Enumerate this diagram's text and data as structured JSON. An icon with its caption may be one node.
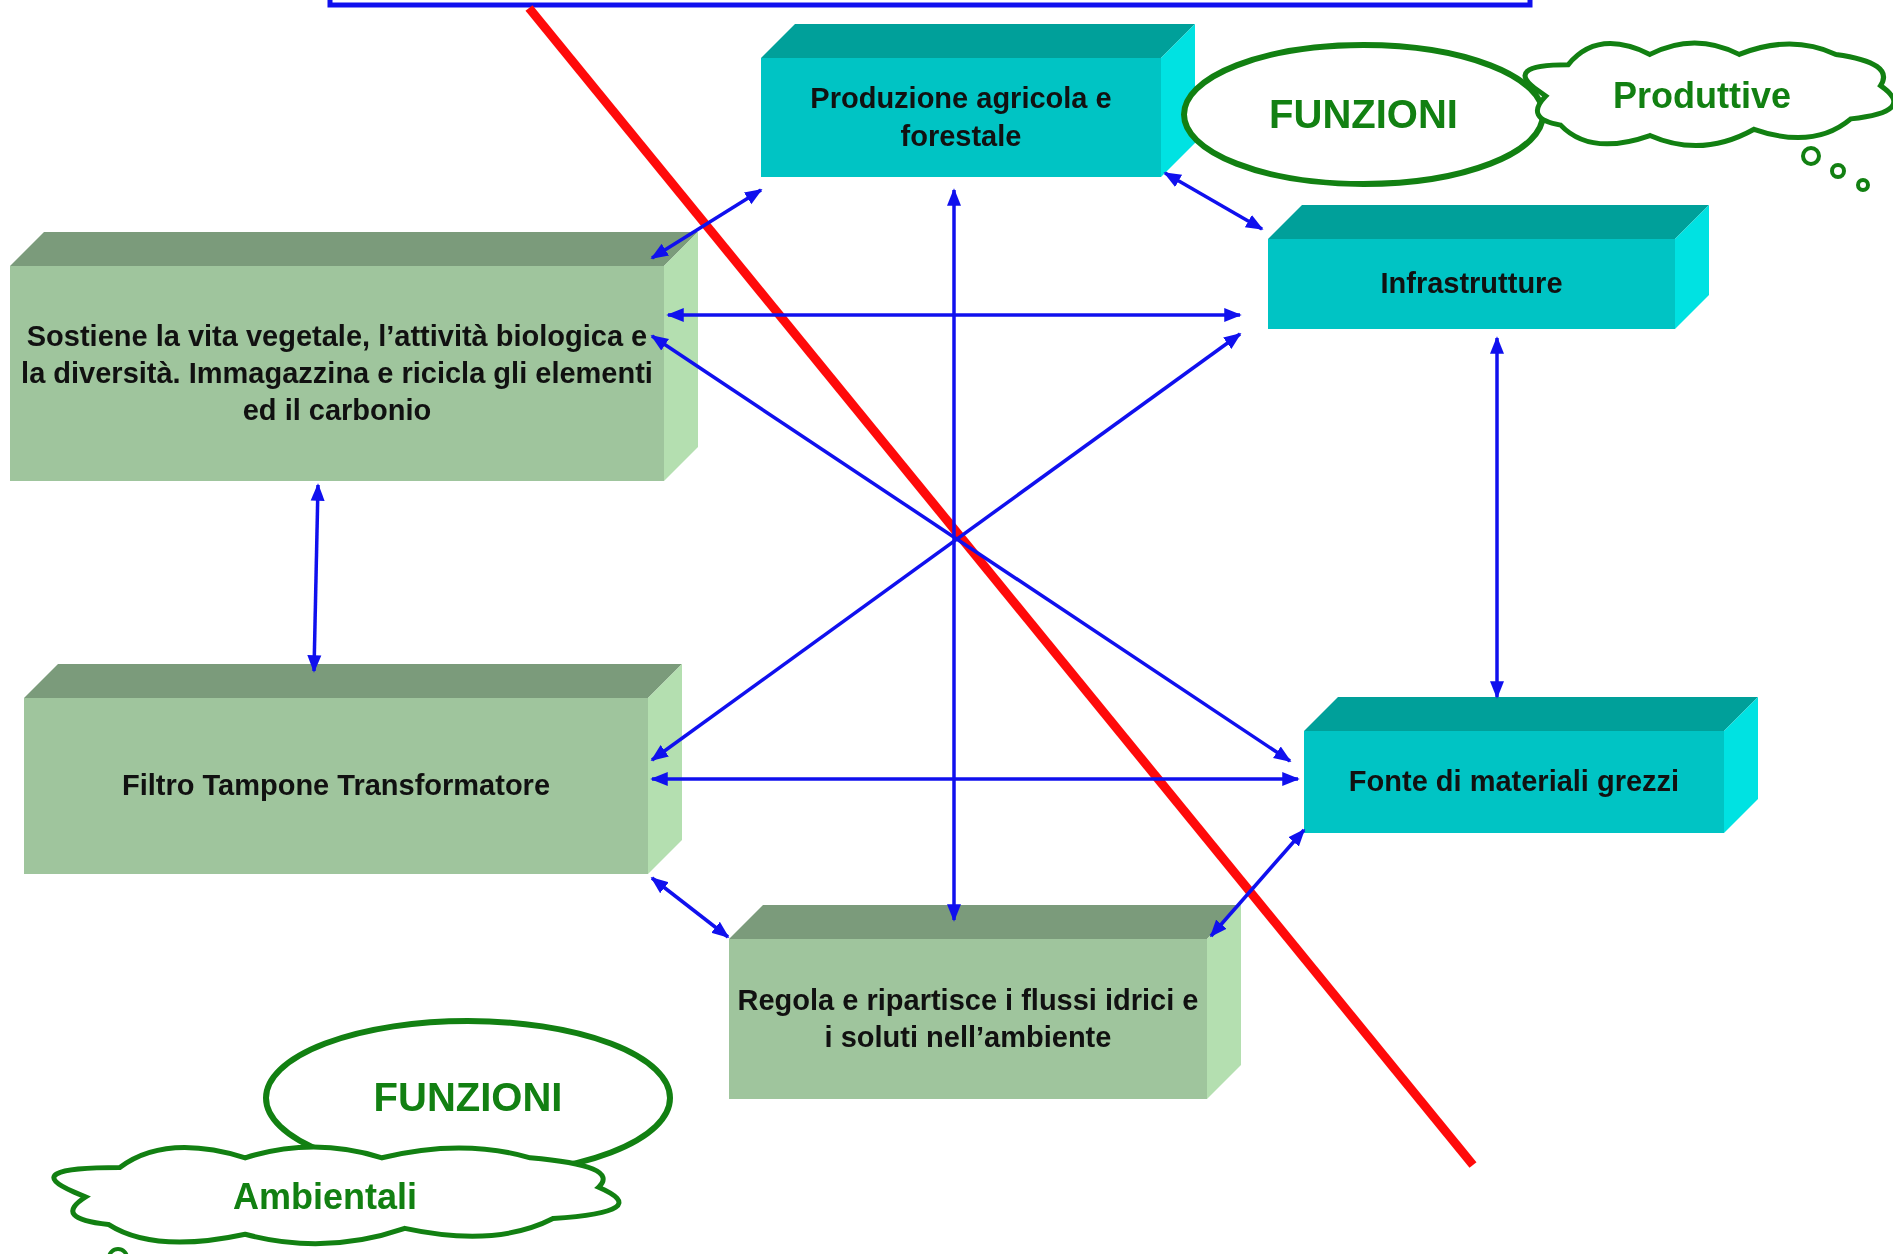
{
  "diagram": {
    "nodes": [
      {
        "text": [
          "Produzione agricola e forestale"
        ]
      },
      {
        "text": [
          "FUNZIONI"
        ]
      },
      {
        "text": [
          "Produttive"
        ]
      },
      {
        "text": [
          "Sostiene la vita vegetale, l’attività biologica e la diversità. Immagazzina e ricicla gli elementi ed il carbonio"
        ]
      },
      {
        "text": [
          "Infrastrutture"
        ]
      },
      {
        "text": [
          "Filtro Tampone Transformatore"
        ]
      },
      {
        "text": [
          "Fonte di materiali grezzi"
        ]
      },
      {
        "text": [
          "Regola e ripartisce i flussi idrici e i  soluti nell’ambiente"
        ]
      },
      {
        "text": [
          "FUNZIONI"
        ]
      },
      {
        "text": [
          "Ambientali"
        ]
      }
    ],
    "edges": [
      {
        "from": 0,
        "to": 3,
        "arrow": "both"
      },
      {
        "from": 0,
        "to": 4,
        "arrow": "both"
      },
      {
        "from": 0,
        "to": 7,
        "arrow": "both"
      },
      {
        "from": 3,
        "to": 4,
        "arrow": "both"
      },
      {
        "from": 3,
        "to": 6,
        "arrow": "both"
      },
      {
        "from": 3,
        "to": 5,
        "arrow": "both"
      },
      {
        "from": 5,
        "to": 4,
        "arrow": "both"
      },
      {
        "from": 5,
        "to": 6,
        "arrow": "both"
      },
      {
        "from": 5,
        "to": 7,
        "arrow": "both"
      },
      {
        "from": 4,
        "to": 6,
        "arrow": "both"
      },
      {
        "from": 6,
        "to": 7,
        "arrow": "both"
      }
    ]
  }
}
